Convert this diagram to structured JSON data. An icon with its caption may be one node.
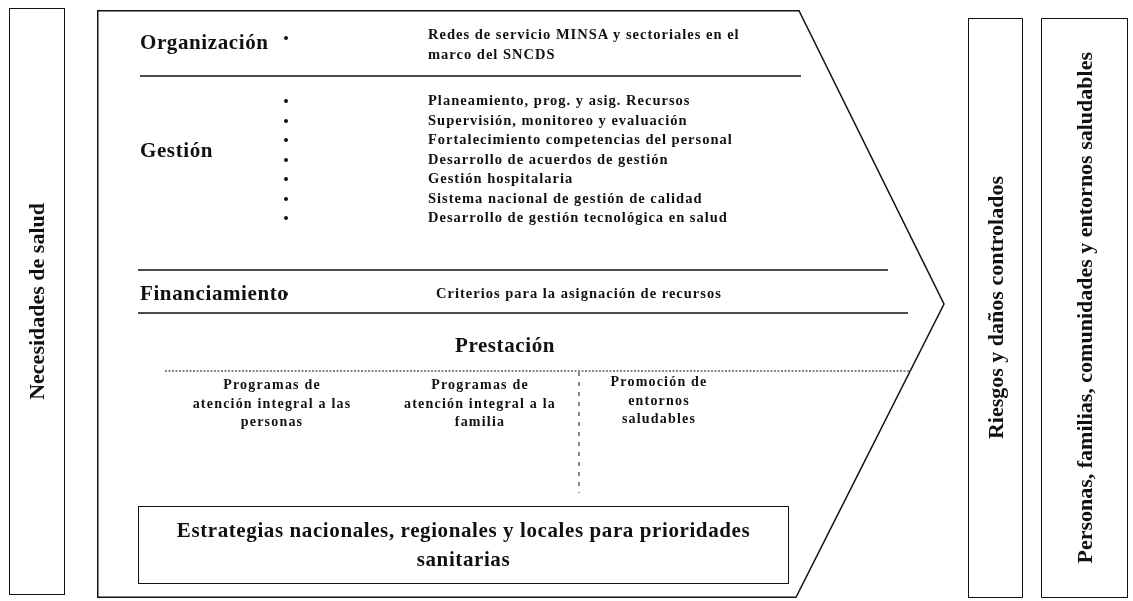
{
  "diagram": {
    "nodes": [
      {
        "text": [
          "Necesidades de salud"
        ]
      },
      {
        "text": [],
        "shape": "chevron"
      },
      {
        "text": [
          "Estrategias nacionales, regionales y locales para prioridades sanitarias"
        ],
        "in": 1
      },
      {
        "text": [
          "Riesgos y daños controlados"
        ]
      },
      {
        "text": [
          "Personas, familias, comunidades y entornos saludables"
        ]
      }
    ],
    "edges": [],
    "labels": [
      "Organización",
      "Redes de servicio MINSA y sectoriales en el marco del SNCDS",
      "Gestión",
      "Planeamiento, prog. y asig. Recursos",
      "Supervisión, monitoreo y evaluación",
      "Fortalecimiento competencias del personal",
      "Desarrollo de acuerdos de gestión",
      "Gestión hospitalaria",
      "Sistema nacional de gestión de calidad",
      "Desarrollo de gestión tecnológica en salud",
      "Financiamiento",
      "Criterios para la asignación de recursos",
      "Prestación",
      "Programas de atención integral a las personas",
      "Programas de atención integral a la familia",
      "Promoción de entornos saludables"
    ]
  }
}
